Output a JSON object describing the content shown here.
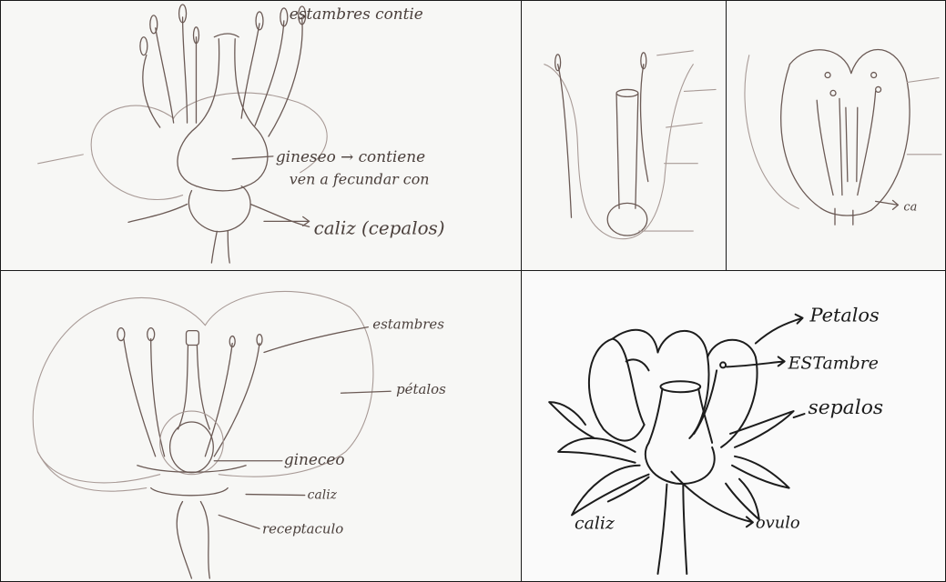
{
  "panel1": {
    "label_estambres": "estambres contie",
    "label_gineseo_1": "gineseo → contiene",
    "label_gineseo_2": "ven a fecundar con",
    "label_caliz": "caliz (cepalos)"
  },
  "panel3": {
    "label_ca": "ca"
  },
  "panel4": {
    "label_estambres": "estambres",
    "label_petalos": "pétalos",
    "label_gineceo": "gineceo",
    "label_caliz": "caliz",
    "label_receptaculo": "receptaculo"
  },
  "panel5": {
    "label_petalos": "Petalos",
    "label_estambre": "ESTambre",
    "label_sepalos": "sepalos",
    "label_caliz": "caliz",
    "label_ovulo": "ovulo"
  },
  "colors": {
    "pencil": "#6b5a55",
    "ink": "#1c1c1c",
    "paper": "#f7f7f5",
    "border": "#1a1a1a"
  }
}
